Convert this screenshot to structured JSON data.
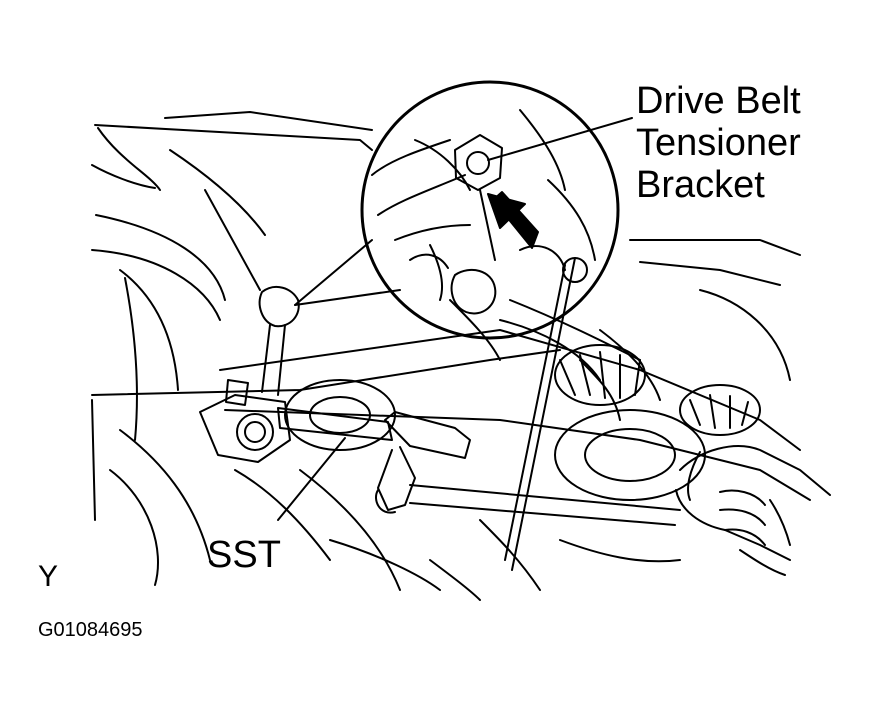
{
  "labels": {
    "tensioner_line1": "Drive Belt",
    "tensioner_line2": "Tensioner",
    "tensioner_line3": "Bracket",
    "sst": "SST",
    "view_mark": "Y",
    "figure_id": "G01084695"
  },
  "colors": {
    "ink": "#000000",
    "paper": "#ffffff"
  }
}
